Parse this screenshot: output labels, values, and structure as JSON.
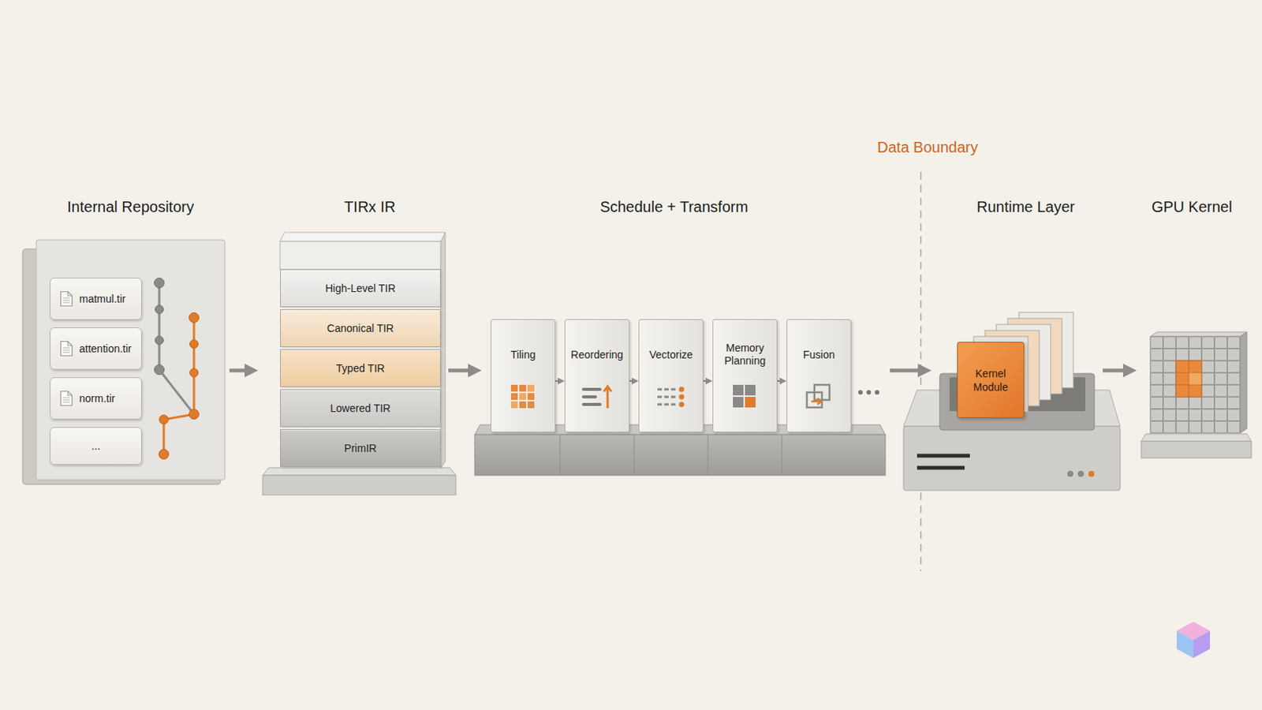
{
  "diagram": {
    "nodes": [
      {
        "text": [
          "Internal Repository"
        ]
      },
      {
        "text": [
          "matmul.tir"
        ],
        "in": 0
      },
      {
        "text": [
          "attention.tir"
        ],
        "in": 0
      },
      {
        "text": [
          "norm.tir"
        ],
        "in": 0
      },
      {
        "text": [
          "..."
        ],
        "in": 0
      },
      {
        "text": [
          "TIRx IR"
        ]
      },
      {
        "text": [
          "High-Level TIR"
        ],
        "in": 5
      },
      {
        "text": [
          "Canonical TIR"
        ],
        "in": 5
      },
      {
        "text": [
          "Typed TIR"
        ],
        "in": 5
      },
      {
        "text": [
          "Lowered TIR"
        ],
        "in": 5
      },
      {
        "text": [
          "PrimIR"
        ],
        "in": 5
      },
      {
        "text": [
          "Schedule + Transform"
        ]
      },
      {
        "text": [
          "Tiling"
        ],
        "in": 11
      },
      {
        "text": [
          "Reordering"
        ],
        "in": 11
      },
      {
        "text": [
          "Vectorize"
        ],
        "in": 11
      },
      {
        "text": [
          "Memory Planning"
        ],
        "in": 11
      },
      {
        "text": [
          "Fusion"
        ],
        "in": 11
      },
      {
        "text": [
          "Runtime Layer"
        ]
      },
      {
        "text": [
          "Kernel Module"
        ],
        "in": 17
      },
      {
        "text": [
          "GPU Kernel"
        ]
      }
    ],
    "edges": [
      {
        "from": 0,
        "to": 5,
        "arrow": "to"
      },
      {
        "from": 5,
        "to": 11,
        "arrow": "to"
      },
      {
        "from": 11,
        "to": 17,
        "arrow": "to"
      },
      {
        "from": 17,
        "to": 19,
        "arrow": "to"
      },
      {
        "from": 12,
        "to": 13,
        "arrow": "to"
      },
      {
        "from": 13,
        "to": 14,
        "arrow": "to"
      },
      {
        "from": 14,
        "to": 15,
        "arrow": "to"
      },
      {
        "from": 15,
        "to": 16,
        "arrow": "to"
      }
    ],
    "labels": [
      "Data Boundary"
    ]
  }
}
